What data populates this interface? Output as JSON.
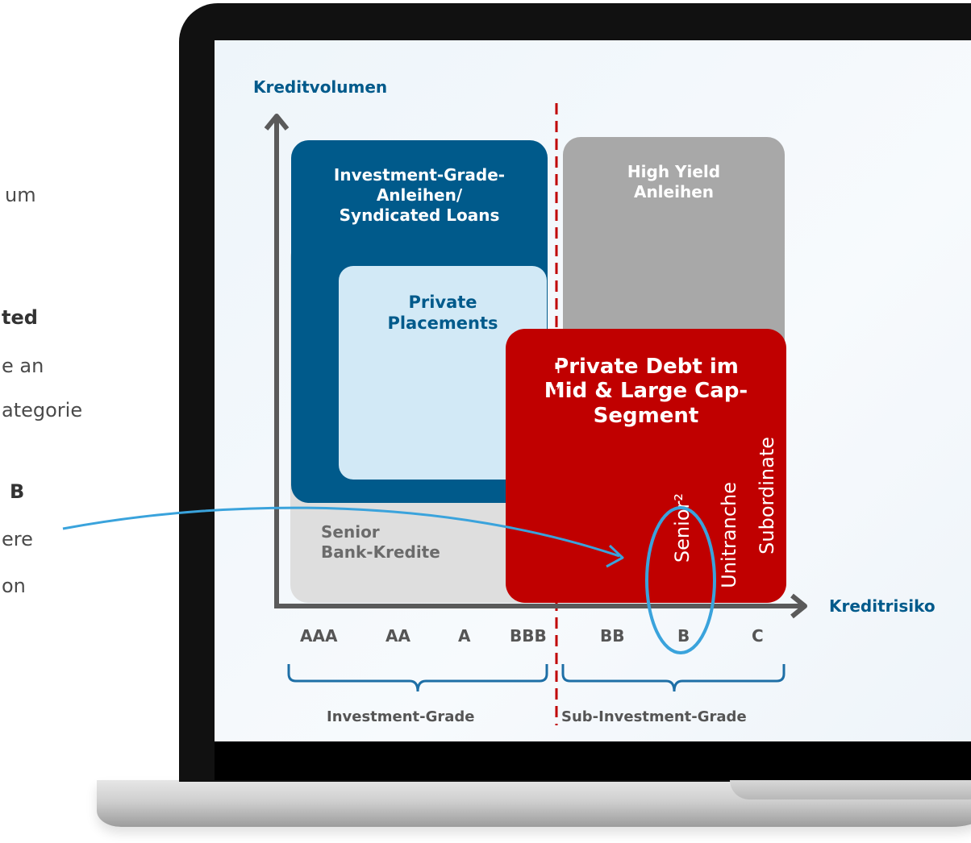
{
  "side_text": {
    "fragments": [
      "um",
      "ted",
      "e an",
      "ategorie",
      "B",
      "ere",
      "on"
    ]
  },
  "diagram": {
    "y_axis_label": "Kreditvolumen",
    "x_axis_label": "Kreditrisiko",
    "ratings": [
      "AAA",
      "AA",
      "A",
      "BBB",
      "BB",
      "B",
      "C"
    ],
    "group_labels": {
      "investment_grade": "Investment-Grade",
      "sub_investment_grade": "Sub-Investment-Grade"
    },
    "boxes": {
      "ig_bonds": "Investment-Grade-\nAnleihen/\nSyndicated Loans",
      "private_placements": "Private\nPlacements",
      "high_yield": "High Yield\nAnleihen",
      "senior_bank": "Senior\nBank-Kredite",
      "private_debt": "Private Debt im\nMid & Large Cap-\nSegment"
    },
    "tranches": {
      "senior": "Senior²",
      "unitranche": "Unitranche",
      "subordinate": "Subordinate"
    },
    "colors": {
      "dark_blue": "#005a8b",
      "light_blue": "#d2e9f6",
      "gray_box": "#a8a8a8",
      "light_gray": "#dedede",
      "red": "#c00000",
      "axis": "#5a5a5a",
      "highlight": "#3aa3dc",
      "divider": "#c00000"
    }
  }
}
